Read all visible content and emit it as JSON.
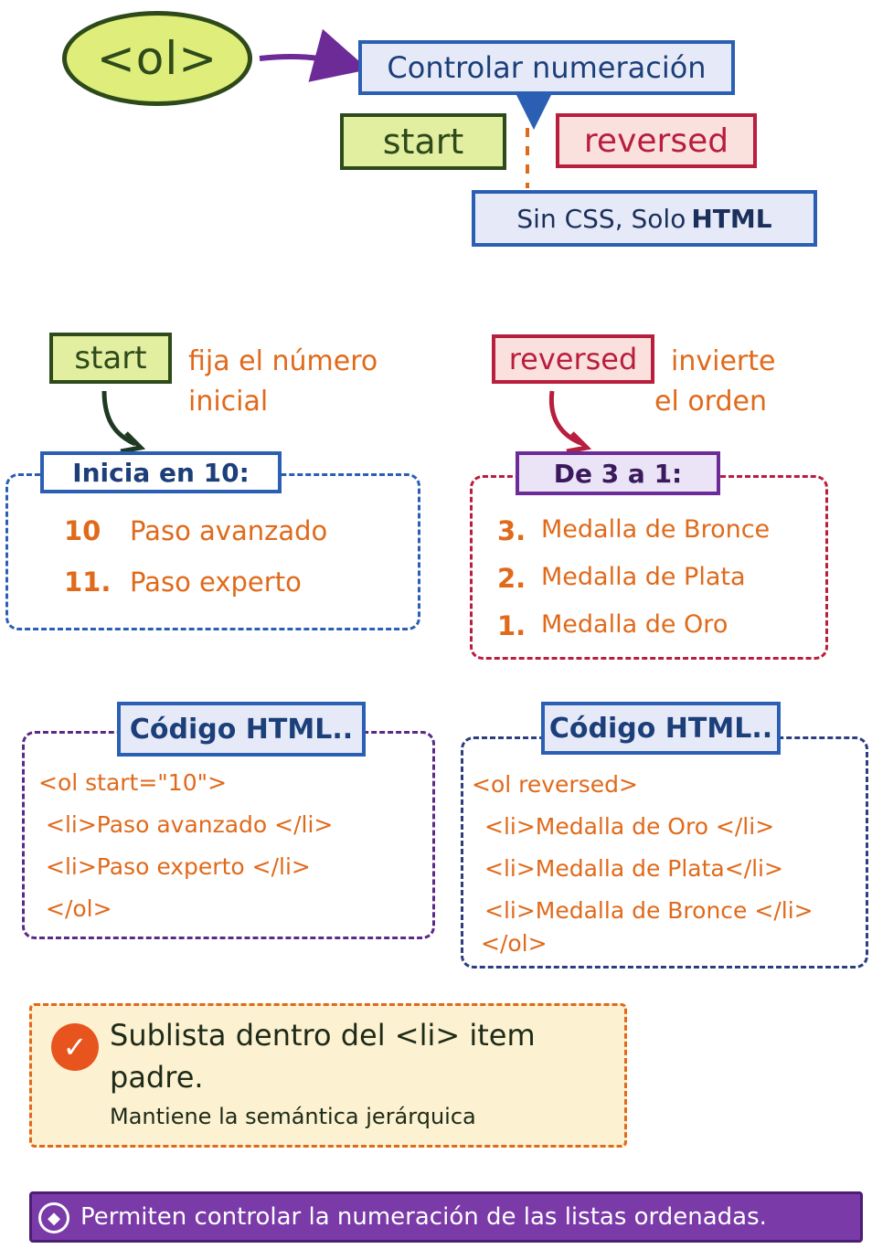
{
  "hero": {
    "tag": "<ol>",
    "title": "Controlar numeración",
    "attr_start": "start",
    "attr_reversed": "reversed",
    "note_prefix": "Sin CSS, Solo ",
    "note_bold": "HTML"
  },
  "start_section": {
    "badge": "start",
    "description_line1": "fija el número",
    "description_line2": "inicial",
    "box_title": "Inicia en 10:",
    "items": [
      {
        "num": "10",
        "label": "Paso avanzado"
      },
      {
        "num": "11.",
        "label": "Paso experto"
      }
    ]
  },
  "reversed_section": {
    "badge": "reversed",
    "description_line1": "invierte",
    "description_line2": "el orden",
    "box_title": "De 3 a 1:",
    "items": [
      {
        "num": "3.",
        "label": "Medalla de Bronce"
      },
      {
        "num": "2.",
        "label": "Medalla de Plata"
      },
      {
        "num": "1.",
        "label": "Medalla de Oro"
      }
    ]
  },
  "code_start": {
    "title": "Código HTML..",
    "lines": [
      "<ol start=\"10\">",
      "<li>Paso avanzado </li>",
      "<li>Paso experto </li>",
      "</ol>"
    ]
  },
  "code_reversed": {
    "title": "Código HTML..",
    "lines": [
      "<ol reversed>",
      "<li>Medalla de Oro </li>",
      "<li>Medalla de Plata</li>",
      "<li>Medalla de Bronce </li>",
      "</ol>"
    ]
  },
  "tip": {
    "line1": "Sublista dentro del <li> item",
    "line2": "padre.",
    "line3": "Mantiene la semántica jerárquica"
  },
  "footer": {
    "text": "Permiten controlar la numeración de las listas ordenadas."
  },
  "colors": {
    "blue": "#2b5fb3",
    "green": "#2e4a1b",
    "lime": "#dfee7a",
    "red": "#b81e3d",
    "purple": "#7a3aa8",
    "orange": "#e06a1b"
  }
}
